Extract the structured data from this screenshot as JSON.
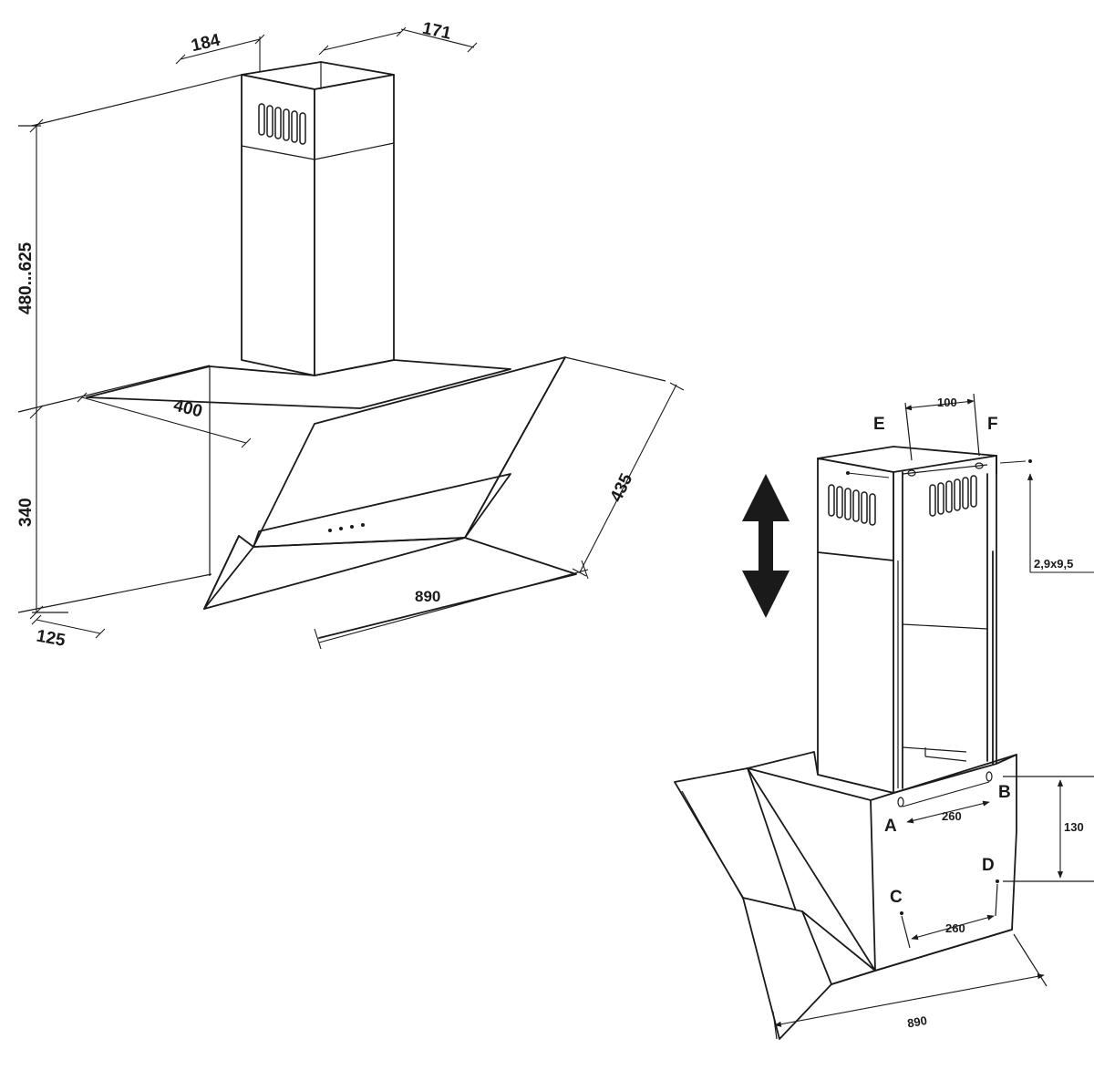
{
  "left_view": {
    "dims": {
      "chimney_depth": "184",
      "chimney_width": "171",
      "height_range": "480...625",
      "hood_height": "340",
      "wall_offset": "125",
      "top_depth": "400",
      "glass_depth": "435",
      "width": "890"
    }
  },
  "right_view": {
    "dims": {
      "bracket_spacing": "100",
      "screw": "2,9x9,5",
      "holes_top": "260",
      "holes_bottom": "260",
      "vertical": "130",
      "width": "890"
    },
    "letters": {
      "a": "A",
      "b": "B",
      "c": "C",
      "d": "D",
      "e": "E",
      "f": "F"
    },
    "arrow": "adjust-height-double-arrow"
  }
}
